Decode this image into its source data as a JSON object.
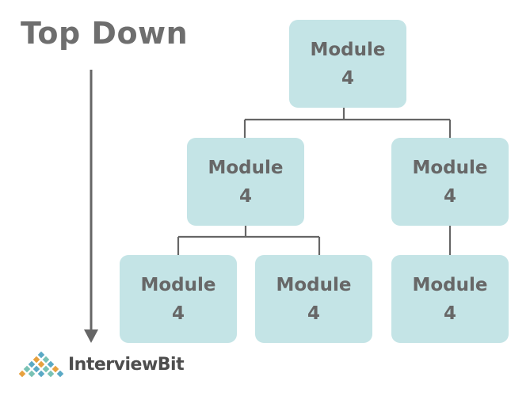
{
  "title": "Top Down",
  "direction_arrow": "arrow-down-icon",
  "nodes": [
    {
      "id": "root",
      "line1": "Module",
      "line2": "4"
    },
    {
      "id": "left",
      "line1": "Module",
      "line2": "4"
    },
    {
      "id": "right",
      "line1": "Module",
      "line2": "4"
    },
    {
      "id": "left-left",
      "line1": "Module",
      "line2": "4"
    },
    {
      "id": "left-right",
      "line1": "Module",
      "line2": "4"
    },
    {
      "id": "right-child",
      "line1": "Module",
      "line2": "4"
    }
  ],
  "edges": [
    {
      "from": "root",
      "to": "left"
    },
    {
      "from": "root",
      "to": "right"
    },
    {
      "from": "left",
      "to": "left-left"
    },
    {
      "from": "left",
      "to": "left-right"
    },
    {
      "from": "right",
      "to": "right-child"
    }
  ],
  "brand": {
    "name": "InterviewBit",
    "logo_icon": "interviewbit-diamond-logo-icon"
  },
  "colors": {
    "node_fill": "#c4e4e6",
    "node_text": "#676767",
    "connector": "#666666",
    "heading": "#6e6e6e"
  }
}
